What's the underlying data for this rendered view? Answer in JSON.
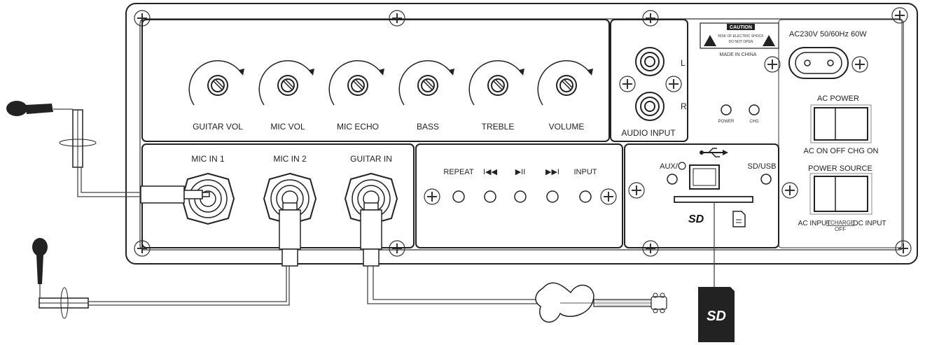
{
  "knobs": [
    {
      "label": "GUITAR VOL"
    },
    {
      "label": "MIC VOL"
    },
    {
      "label": "MIC ECHO"
    },
    {
      "label": "BASS"
    },
    {
      "label": "TREBLE"
    },
    {
      "label": "VOLUME"
    }
  ],
  "audio_input": {
    "label": "AUDIO INPUT",
    "left": "L",
    "right": "R"
  },
  "caution": {
    "title": "CAUTION",
    "line1": "RISK OF ELECTRIC SHOCK",
    "line2": "DO NOT OPEN",
    "made_in": "MADE IN CHINA"
  },
  "ac_rating": "AC230V  50/60Hz 60W",
  "indicators": {
    "power": "POWER",
    "chg": "CHG"
  },
  "ac_power": {
    "label": "AC POWER",
    "positions": "AC ON  OFF  CHG ON"
  },
  "power_source": {
    "label": "POWER  SOURCE",
    "ac_input": "AC INPUT",
    "charge_top": "F.CHARGE",
    "charge_bottom": "OFF",
    "dc_input": "DC INPUT"
  },
  "jacks": [
    {
      "label": "MIC IN 1"
    },
    {
      "label": "MIC IN 2"
    },
    {
      "label": "GUITAR IN"
    }
  ],
  "player": {
    "repeat": "REPEAT",
    "prev": "I◀◀",
    "play": "▶II",
    "next": "▶▶I",
    "input": "INPUT"
  },
  "media": {
    "aux": "AUX/",
    "sd_usb": "SD/USB",
    "sd_logo": "SD"
  },
  "sd_card_text": "SD"
}
